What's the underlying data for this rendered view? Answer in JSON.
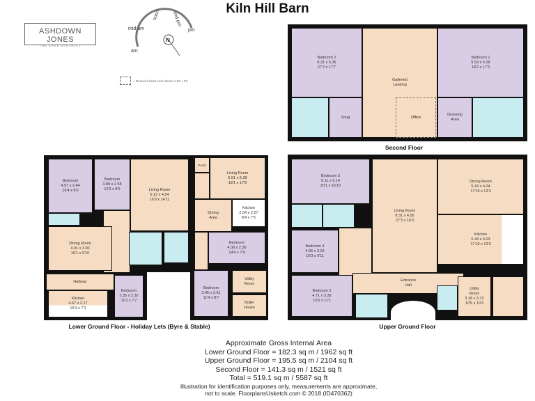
{
  "title": "Kiln Hill Barn",
  "logo": {
    "name": "ASHDOWN JONES",
    "sub": "THE LAKE DISTRICT"
  },
  "compass": {
    "labels": [
      "am",
      "mid am",
      "noon",
      "mid pm",
      "pm"
    ],
    "north": "N"
  },
  "legend": "= Reduced head room below 1.5m / 5'0",
  "second_floor": {
    "label": "Second Floor",
    "rooms": [
      {
        "name": "Bedroom 2",
        "metric": "8.31 x 5.35",
        "imperial": "27'3 x 17'7"
      },
      {
        "name": "Galleried Landing"
      },
      {
        "name": "Bedroom 1",
        "metric": "5.53 x 5.28",
        "imperial": "18'2 x 17'3"
      },
      {
        "name": "Snug"
      },
      {
        "name": "Office"
      },
      {
        "name": "Dressing Area"
      }
    ]
  },
  "lower_ground_floor": {
    "label": "Lower Ground Floor - Holiday Lets (Byre & Stable)",
    "rooms": [
      {
        "name": "Bedroom",
        "metric": "4.97 x 2.44",
        "imperial": "16'4 x 8'0"
      },
      {
        "name": "Bedroom",
        "metric": "3.89 x 2.58",
        "imperial": "12'9 x 8'6"
      },
      {
        "name": "Living Room",
        "metric": "5.12 x 4.54",
        "imperial": "16'9 x 14'11"
      },
      {
        "name": "Dining Room",
        "metric": "4.91 x 3.00",
        "imperial": "16'1 x 9'10"
      },
      {
        "name": "Hallway"
      },
      {
        "name": "Kitchen",
        "metric": "4.67 x 2.17",
        "imperial": "15'4 x 7'1"
      },
      {
        "name": "Bedroom",
        "metric": "3.35 x 2.32",
        "imperial": "11'0 x 7'7"
      },
      {
        "name": "Porch"
      },
      {
        "name": "Living Room",
        "metric": "5.51 x 5.39",
        "imperial": "18'1 x 17'8"
      },
      {
        "name": "Dining Area"
      },
      {
        "name": "Kitchen",
        "metric": "2.54 x 2.27",
        "imperial": "8'4 x 7'5"
      },
      {
        "name": "Bedroom",
        "metric": "4.38 x 2.36",
        "imperial": "14'4 x 7'9"
      },
      {
        "name": "Bedroom",
        "metric": "3.45 x 2.61",
        "imperial": "11'4 x 8'7"
      },
      {
        "name": "Utility Room"
      },
      {
        "name": "Boiler House"
      }
    ]
  },
  "upper_ground_floor": {
    "label": "Upper Ground Floor",
    "rooms": [
      {
        "name": "Bedroom 3",
        "metric": "6.11 x 5.14",
        "imperial": "20'1 x 16'10"
      },
      {
        "name": "Living Room",
        "metric": "8.31 x 4.95",
        "imperial": "27'3 x 16'3"
      },
      {
        "name": "Dining Room",
        "metric": "5.43 x 4.04",
        "imperial": "17'10 x 13'3"
      },
      {
        "name": "Kitchen",
        "metric": "5.44 x 4.03",
        "imperial": "17'10 x 13'3"
      },
      {
        "name": "Bedroom 4",
        "metric": "4.96 x 3.03",
        "imperial": "16'3 x 9'11"
      },
      {
        "name": "Bedroom 5",
        "metric": "4.71 x 3.39",
        "imperial": "15'5 x 11'1"
      },
      {
        "name": "Entrance Hall"
      },
      {
        "name": "Utility Room",
        "metric": "3.18 x 3.13",
        "imperial": "10'5 x 10'3"
      }
    ]
  },
  "area": {
    "heading": "Approximate Gross Internal Area",
    "lines": [
      "Lower Ground Floor = 182.3 sq m / 1962 sq ft",
      "Upper Ground Floor = 195.5 sq m / 2104 sq ft",
      "Second Floor = 141.3 sq m / 1521 sq ft",
      "Total = 519.1 sq m / 5587 sq ft"
    ],
    "disclaimer": [
      "Illustration for identification purposes only, measurements are approximate,",
      "not to scale. FloorplansUsketch.com © 2018 (ID470362)"
    ]
  },
  "colors": {
    "bedroom": "#d8cde4",
    "living": "#f6dcc2",
    "bathroom": "#c9ecf1",
    "wall": "#111111"
  }
}
